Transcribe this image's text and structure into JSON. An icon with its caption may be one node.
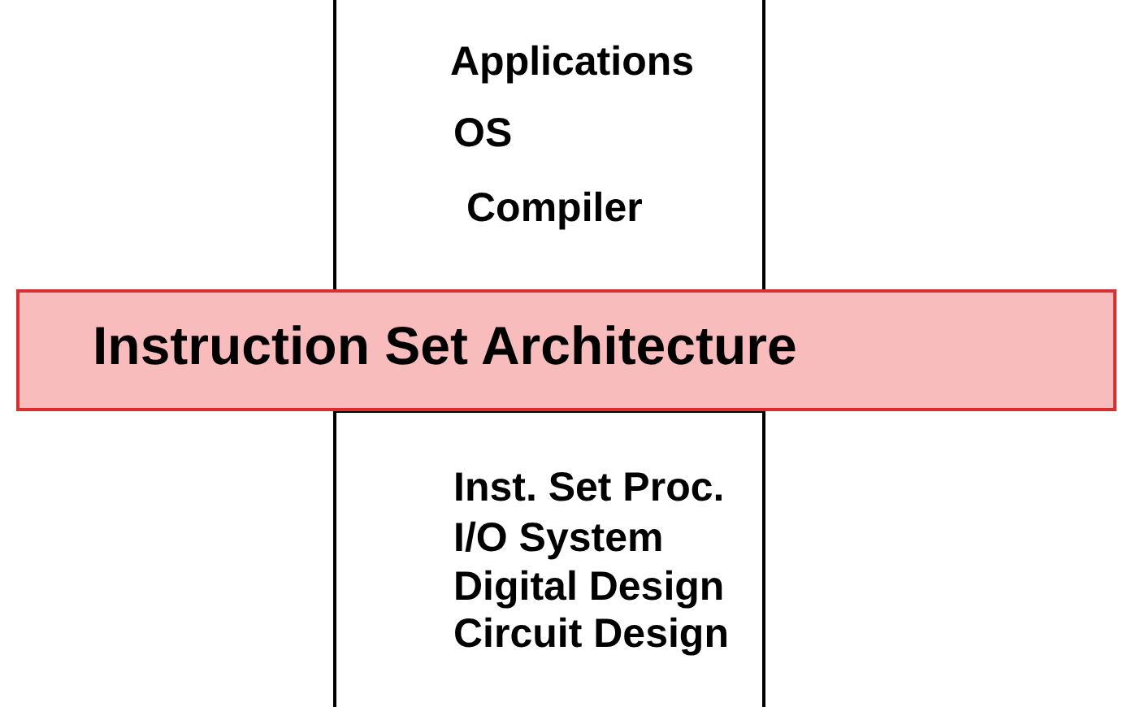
{
  "diagram": {
    "nodes": [
      {
        "text": [
          "Applications",
          "OS",
          "Compiler"
        ]
      },
      {
        "text": [
          "Instruction Set Architecture"
        ]
      },
      {
        "text": [
          "Inst. Set Proc.",
          "I/O System",
          "Digital Design",
          "Circuit Design"
        ]
      }
    ]
  }
}
